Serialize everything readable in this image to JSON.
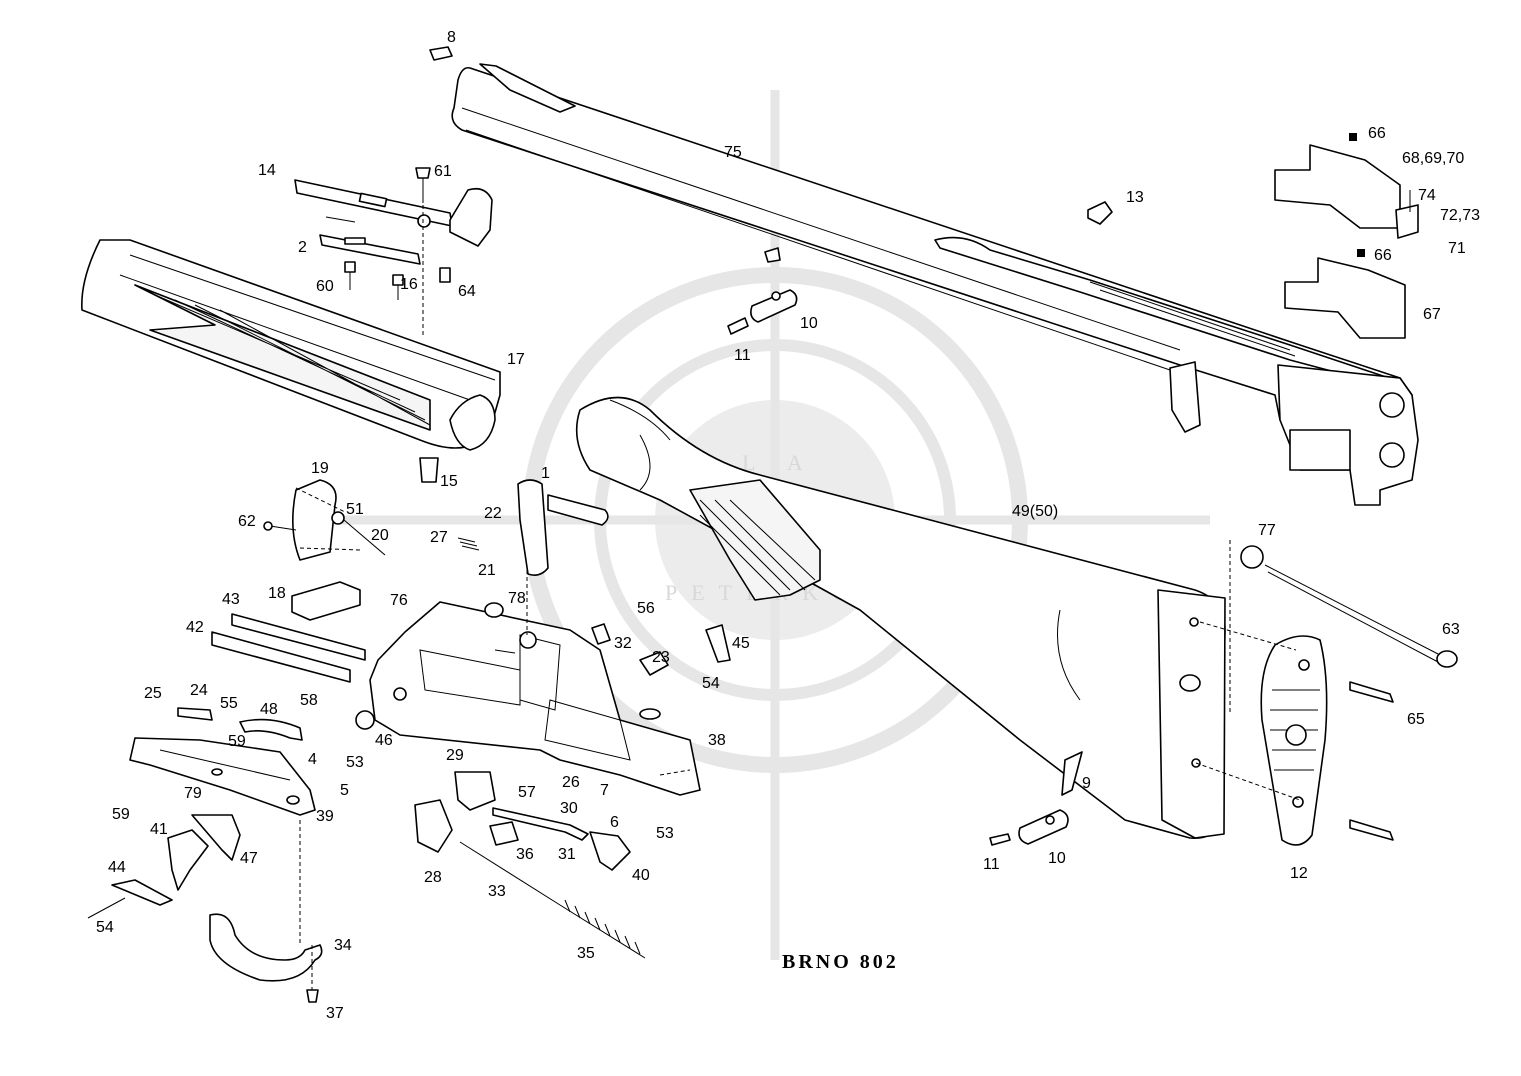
{
  "diagram": {
    "title": "BRNO 802",
    "watermark": {
      "top": "L A",
      "bottom": "PETERKO"
    },
    "colors": {
      "line": "#000000",
      "watermark": "#d8d8d8",
      "background": "#ffffff"
    },
    "labels": {
      "p1": "1",
      "p2": "2",
      "p4": "4",
      "p5": "5",
      "p6": "6",
      "p7": "7",
      "p8": "8",
      "p9": "9",
      "p10a": "10",
      "p10b": "10",
      "p11a": "11",
      "p11b": "11",
      "p12": "12",
      "p13": "13",
      "p14": "14",
      "p15": "15",
      "p16": "16",
      "p17": "17",
      "p18": "18",
      "p19": "19",
      "p20": "20",
      "p21": "21",
      "p22": "22",
      "p23": "23",
      "p24": "24",
      "p25": "25",
      "p26": "26",
      "p27": "27",
      "p28": "28",
      "p29": "29",
      "p30": "30",
      "p31": "31",
      "p32": "32",
      "p33": "33",
      "p34": "34",
      "p35": "35",
      "p36": "36",
      "p37": "37",
      "p38": "38",
      "p39": "39",
      "p40": "40",
      "p41": "41",
      "p42": "42",
      "p43": "43",
      "p44": "44",
      "p45": "45",
      "p46": "46",
      "p47": "47",
      "p48": "48",
      "p49": "49(50)",
      "p51": "51",
      "p53a": "53",
      "p53b": "53",
      "p54a": "54",
      "p54b": "54",
      "p55": "55",
      "p56": "56",
      "p57": "57",
      "p58": "58",
      "p59a": "59",
      "p59b": "59",
      "p60": "60",
      "p61": "61",
      "p62": "62",
      "p63": "63",
      "p64": "64",
      "p65": "65",
      "p66a": "66",
      "p66b": "66",
      "p67": "67",
      "p68": "68,69,70",
      "p71": "71",
      "p72": "72,73",
      "p74": "74",
      "p75": "75",
      "p76": "76",
      "p77": "77",
      "p78": "78",
      "p79": "79"
    }
  }
}
